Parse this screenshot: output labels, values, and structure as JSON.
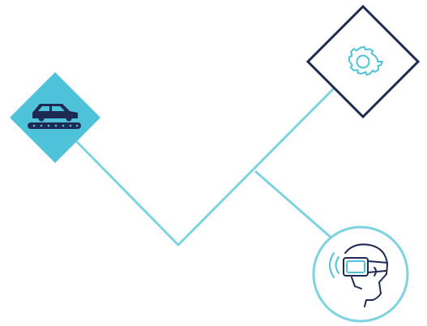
{
  "colors": {
    "background": "#ffffff",
    "connector": "#7dd3de",
    "accent_fill": "#4fc3d9",
    "navy": "#1f2a54"
  },
  "nodes": [
    {
      "id": "assembly",
      "shape": "diamond",
      "icon": "car-assembly-line-icon"
    },
    {
      "id": "settings",
      "shape": "diamond-outline",
      "icon": "gear-icon"
    },
    {
      "id": "vr",
      "shape": "circle-outline",
      "icon": "vr-headset-user-icon"
    }
  ]
}
